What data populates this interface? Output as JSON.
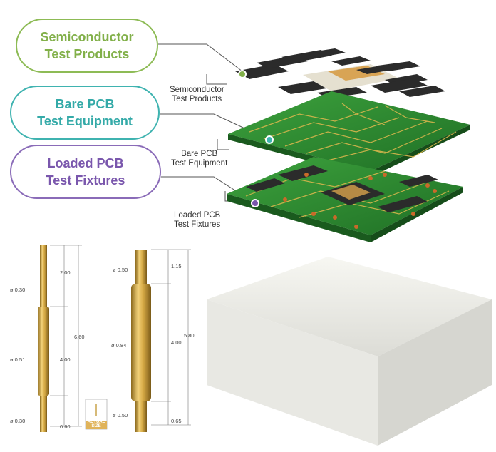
{
  "callouts": [
    {
      "line1": "Semiconductor",
      "line2": "Test Products",
      "color": "#82b04a"
    },
    {
      "line1": "Bare PCB",
      "line2": "Test Equipment",
      "color": "#34aaa8"
    },
    {
      "line1": "Loaded PCB",
      "line2": "Test Fixtures",
      "color": "#7a57ad"
    }
  ],
  "layer_labels": [
    {
      "line1": "Semiconductor",
      "line2": "Test Products"
    },
    {
      "line1": "Bare PCB",
      "line2": "Test Equipment"
    },
    {
      "line1": "Loaded PCB",
      "line2": "Test Fixtures"
    }
  ],
  "probe1": {
    "dims": [
      "2.00",
      "6.60",
      "4.00",
      "0.60"
    ],
    "diams": [
      "ø 0.30",
      "ø 0.51",
      "ø 0.30"
    ]
  },
  "probe2": {
    "dims": [
      "1.15",
      "5.80",
      "4.00",
      "0.65"
    ],
    "diams": [
      "ø 0.50",
      "ø 0.84",
      "ø 0.50"
    ]
  },
  "actual_size": {
    "line1": "ACTUAL",
    "line2": "SIZE"
  },
  "colors": {
    "pcb": "#2e8b2e",
    "gold": "#c9a24a",
    "chip": "#2b2b2b"
  }
}
